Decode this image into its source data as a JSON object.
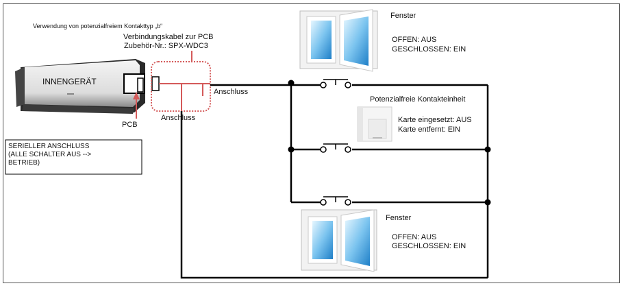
{
  "title_note": "Verwendung von potenzialfreiem Kontakttyp „b“",
  "cable": {
    "line1": "Verbindungskabel zur PCB",
    "line2": "Zubehör-Nr.: SPX-WDC3"
  },
  "indoor_unit": {
    "label": "INNENGERÄT",
    "pcb_label": "PCB"
  },
  "connection_labels": {
    "right": "Anschluss",
    "bottom": "Anschluss"
  },
  "serial_box": {
    "line1": "SERIELLER ANSCHLUSS",
    "line2": "(ALLE SCHALTER AUS -->",
    "line3": "BETRIEB)"
  },
  "window_top": {
    "title": "Fenster",
    "open": "OFFEN: AUS",
    "closed": "GESCHLOSSEN: EIN"
  },
  "contact_unit": {
    "title": "Potenzialfreie Kontakteinheit",
    "inserted": "Karte eingesetzt: AUS",
    "removed": "Karte entfernt: EIN"
  },
  "window_bottom": {
    "title": "Fenster",
    "open": "OFFEN: AUS",
    "closed": "GESCHLOSSEN: EIN"
  },
  "colors": {
    "accent_red": "#d45a5a",
    "wire": "#000000"
  }
}
